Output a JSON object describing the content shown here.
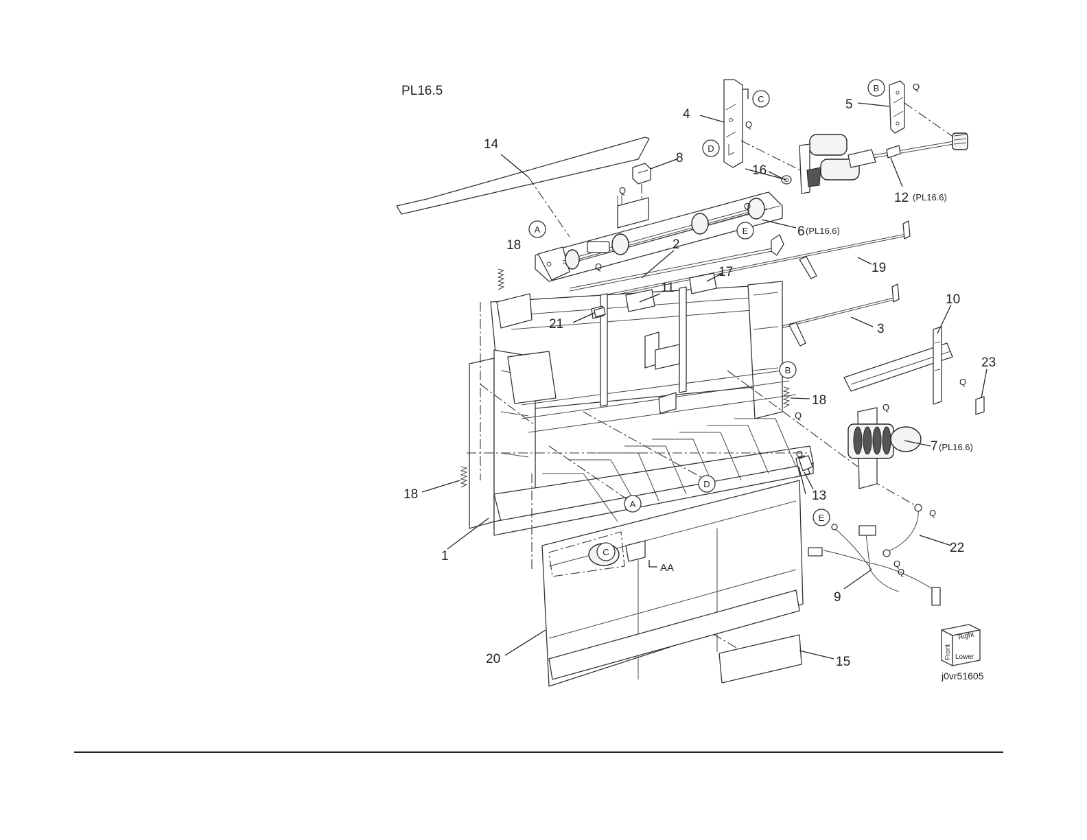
{
  "diagram": {
    "title": "PL16.5",
    "figure_id": "j0vr51605",
    "orientation_cube": {
      "front": "Front",
      "right": "Right",
      "lower": "Lower"
    },
    "callouts": [
      {
        "id": "c1",
        "text": "1"
      },
      {
        "id": "c2",
        "text": "2"
      },
      {
        "id": "c3",
        "text": "3"
      },
      {
        "id": "c4",
        "text": "4"
      },
      {
        "id": "c5",
        "text": "5"
      },
      {
        "id": "c6",
        "text": "6"
      },
      {
        "id": "c6ref",
        "text": "(PL16.6)"
      },
      {
        "id": "c7",
        "text": "7"
      },
      {
        "id": "c7ref",
        "text": "(PL16.6)"
      },
      {
        "id": "c8",
        "text": "8"
      },
      {
        "id": "c9",
        "text": "9"
      },
      {
        "id": "c10",
        "text": "10"
      },
      {
        "id": "c11",
        "text": "11"
      },
      {
        "id": "c12",
        "text": "12"
      },
      {
        "id": "c12ref",
        "text": "(PL16.6)"
      },
      {
        "id": "c13",
        "text": "13"
      },
      {
        "id": "c14",
        "text": "14"
      },
      {
        "id": "c15",
        "text": "15"
      },
      {
        "id": "c16",
        "text": "16"
      },
      {
        "id": "c17",
        "text": "17"
      },
      {
        "id": "c18a",
        "text": "18"
      },
      {
        "id": "c18b",
        "text": "18"
      },
      {
        "id": "c18c",
        "text": "18"
      },
      {
        "id": "c19",
        "text": "19"
      },
      {
        "id": "c20",
        "text": "20"
      },
      {
        "id": "c21",
        "text": "21"
      },
      {
        "id": "c22",
        "text": "22"
      },
      {
        "id": "c23",
        "text": "23"
      },
      {
        "id": "aa",
        "text": "AA"
      }
    ],
    "reference_letters": [
      {
        "id": "rA1",
        "text": "A"
      },
      {
        "id": "rA2",
        "text": "A"
      },
      {
        "id": "rB1",
        "text": "B"
      },
      {
        "id": "rB2",
        "text": "B"
      },
      {
        "id": "rC1",
        "text": "C"
      },
      {
        "id": "rC2",
        "text": "C"
      },
      {
        "id": "rD1",
        "text": "D"
      },
      {
        "id": "rD2",
        "text": "D"
      },
      {
        "id": "rE1",
        "text": "E"
      },
      {
        "id": "rE2",
        "text": "E"
      }
    ],
    "q_marks": [
      {
        "id": "q1",
        "text": "Q"
      },
      {
        "id": "q2",
        "text": "Q"
      },
      {
        "id": "q3",
        "text": "Q"
      },
      {
        "id": "q4",
        "text": "Q"
      },
      {
        "id": "q5",
        "text": "Q"
      },
      {
        "id": "q6",
        "text": "Q"
      },
      {
        "id": "q7",
        "text": "Q"
      },
      {
        "id": "q8",
        "text": "Q"
      },
      {
        "id": "q9",
        "text": "Q"
      },
      {
        "id": "q10",
        "text": "Q"
      },
      {
        "id": "q11",
        "text": "Q"
      },
      {
        "id": "q12",
        "text": "Q"
      }
    ]
  }
}
